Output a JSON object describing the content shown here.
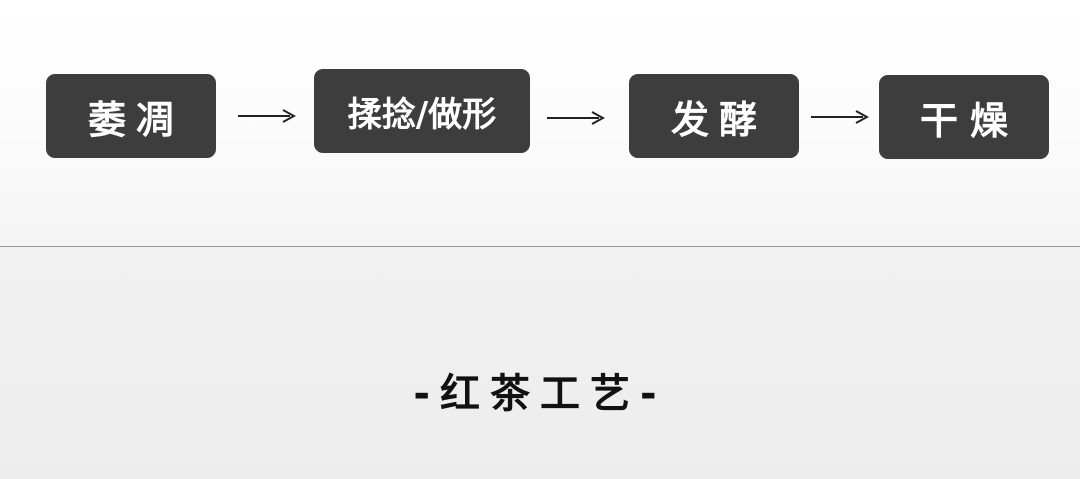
{
  "flow": {
    "steps": [
      {
        "label": "萎凋"
      },
      {
        "label": "揉捻/做形"
      },
      {
        "label": "发酵"
      },
      {
        "label": "干燥"
      }
    ],
    "colors": {
      "step_fill": "#3d3d3d",
      "step_text": "#ffffff",
      "arrow": "#222222",
      "divider": "#9a9a9a"
    },
    "arrow_icon": "right-arrow-icon"
  },
  "caption": {
    "text": "-红茶工艺-"
  }
}
